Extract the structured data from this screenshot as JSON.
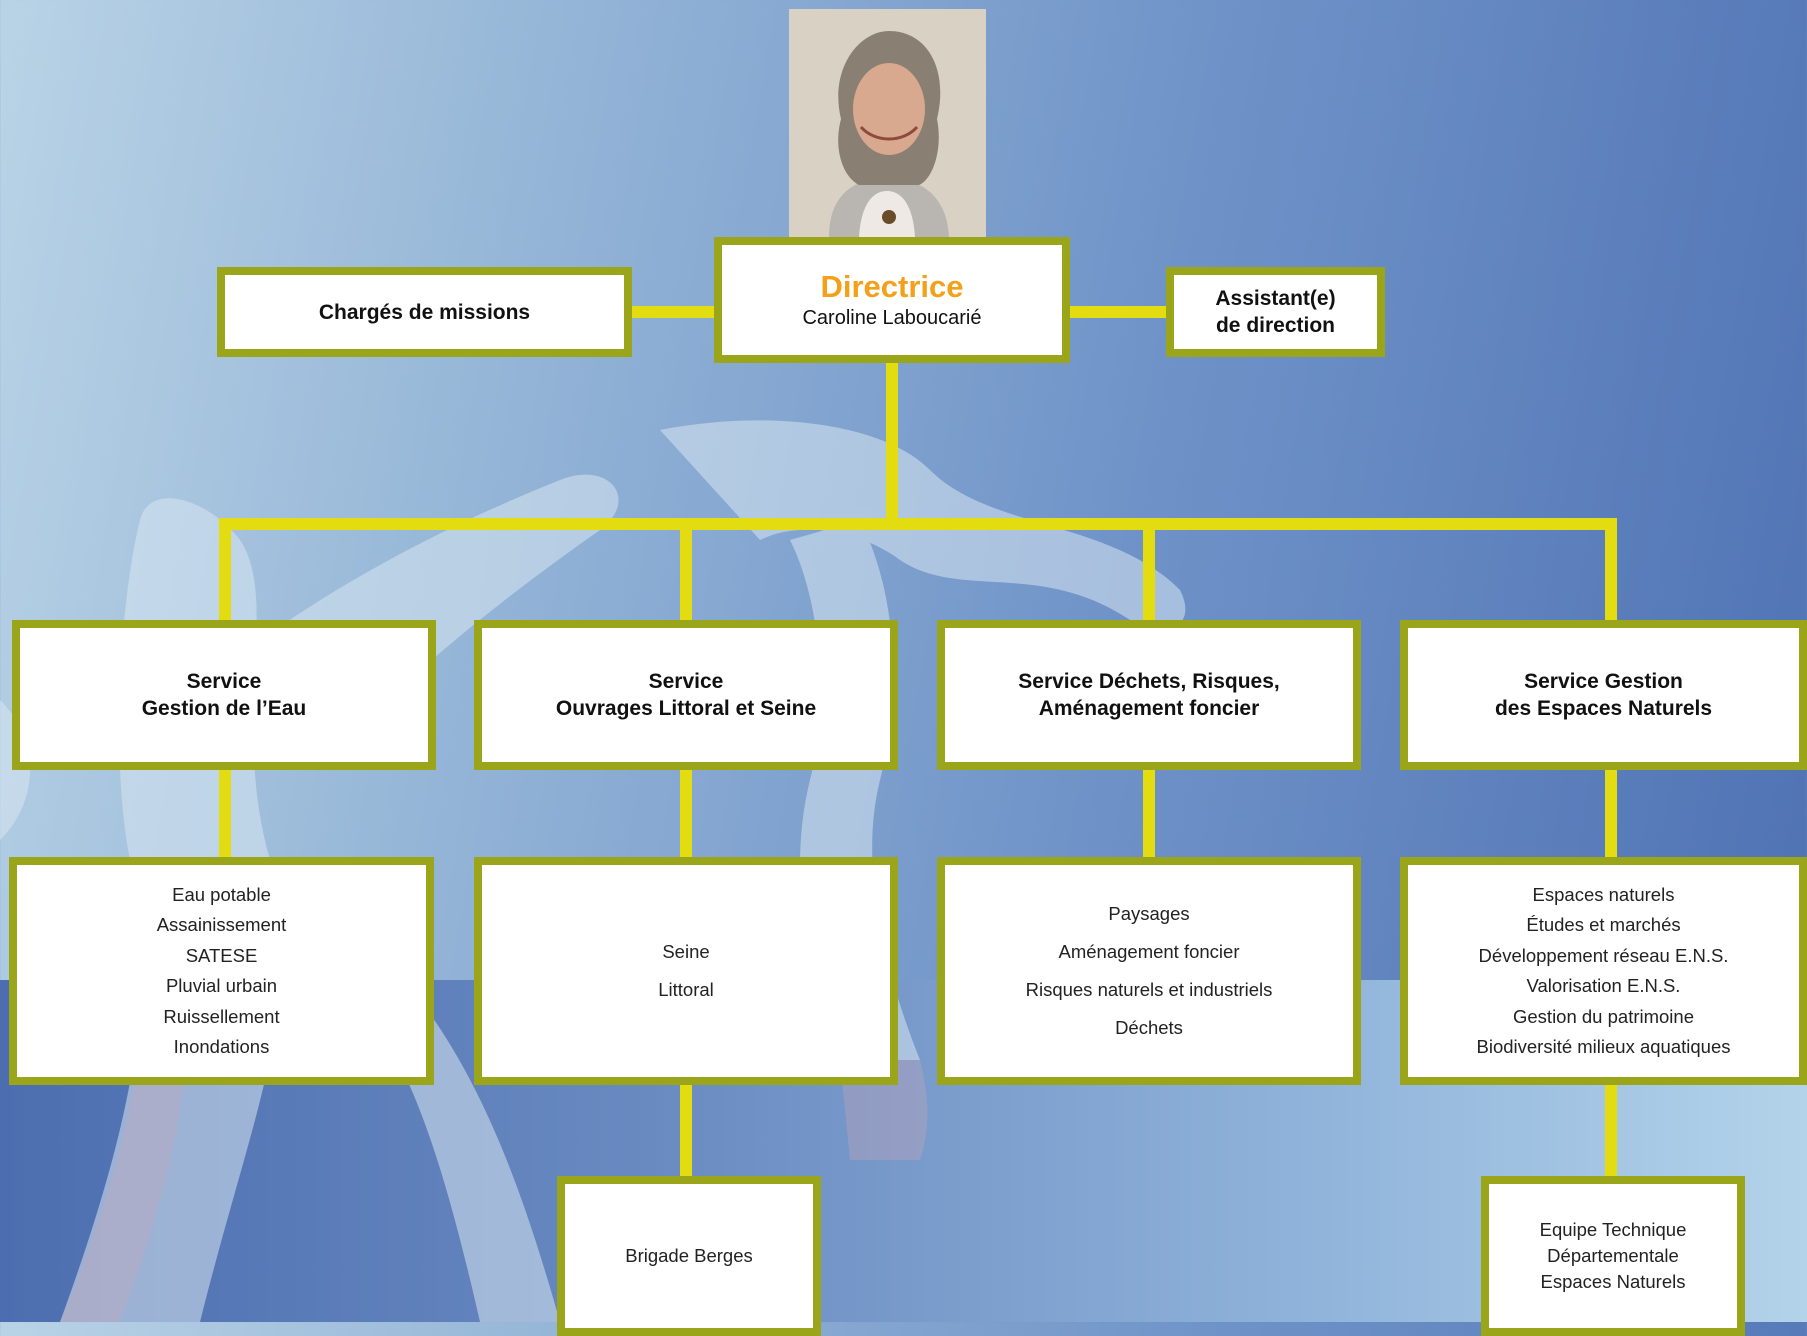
{
  "director": {
    "title": "Directrice",
    "name": "Caroline Laboucarié",
    "photo": "portrait-photo"
  },
  "side_boxes": {
    "missions": "Chargés de missions",
    "assistant_line1": "Assistant(e)",
    "assistant_line2": "de direction"
  },
  "services": [
    {
      "line1": "Service",
      "line2": "Gestion de l’Eau",
      "items": [
        "Eau potable",
        "Assainissement",
        "SATESE",
        "Pluvial urbain",
        "Ruissellement",
        "Inondations"
      ]
    },
    {
      "line1": "Service",
      "line2": "Ouvrages Littoral et  Seine",
      "items": [
        "Seine",
        "Littoral"
      ],
      "sub": "Brigade Berges"
    },
    {
      "line1": "Service Déchets, Risques,",
      "line2": "Aménagement foncier",
      "items": [
        "Paysages",
        "Aménagement foncier",
        "Risques naturels et industriels",
        "Déchets"
      ]
    },
    {
      "line1": "Service  Gestion",
      "line2": "des Espaces Naturels",
      "items": [
        "Espaces naturels",
        "Études et marchés",
        "Développement réseau E.N.S.",
        "Valorisation E.N.S.",
        "Gestion du patrimoine",
        "Biodiversité milieux aquatiques"
      ],
      "sub_lines": [
        "Equipe Technique",
        "Départementale",
        "Espaces Naturels"
      ]
    }
  ],
  "colors": {
    "connector": "#e2dc10",
    "box_border": "#9aa519",
    "directrice_title": "#f3a11a"
  }
}
